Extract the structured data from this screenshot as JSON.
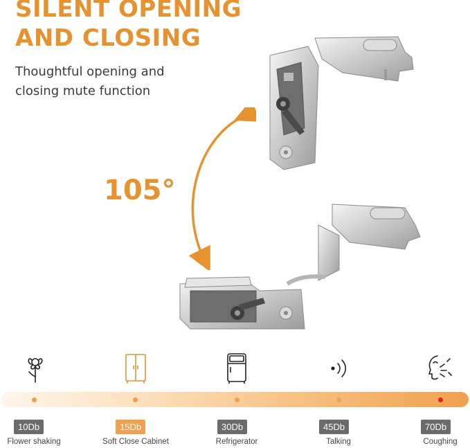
{
  "header": {
    "title_line1": "SILENT OPENING",
    "title_line2": "AND CLOSING",
    "subtitle_line1": "Thoughtful opening and",
    "subtitle_line2": "closing mute function"
  },
  "angle_label": "105°",
  "colors": {
    "accent": "#e8922f",
    "badge_default": "#6b6b6b",
    "badge_highlight": "#f0a04f",
    "dot_default": "#f0a04f",
    "dot_highlight": "#e52222"
  },
  "scale": {
    "levels": [
      {
        "badge": "10Db",
        "label": "Flower shaking",
        "icon": "flower-icon",
        "highlight": false
      },
      {
        "badge": "15Db",
        "label": "Soft Close Cabinet",
        "icon": "cabinet-icon",
        "highlight": true
      },
      {
        "badge": "30Db",
        "label": "Refrigerator",
        "icon": "refrigerator-icon",
        "highlight": false
      },
      {
        "badge": "45Db",
        "label": "Talking",
        "icon": "talking-icon",
        "highlight": false
      },
      {
        "badge": "70Db",
        "label": "Coughing",
        "icon": "coughing-icon",
        "highlight": false
      }
    ]
  }
}
